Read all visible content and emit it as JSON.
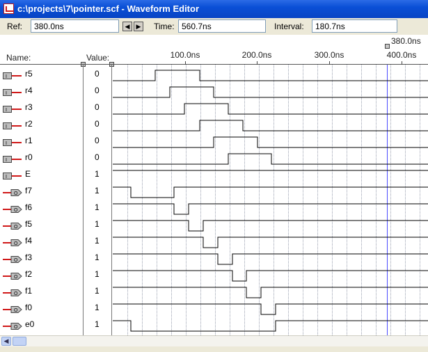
{
  "window": {
    "title": "c:\\projects\\7\\pointer.scf - Waveform Editor"
  },
  "toolbar": {
    "ref_label": "Ref:",
    "ref_value": "380.0ns",
    "time_label": "Time:",
    "time_value": "560.7ns",
    "interval_label": "Interval:",
    "interval_value": "180.7ns"
  },
  "columns": {
    "name_label": "Name:",
    "value_label": "Value:"
  },
  "timeline": {
    "ticks": [
      "100.0ns",
      "200.0ns",
      "300.0ns",
      "400.0ns"
    ],
    "cursor_label": "380.0ns"
  },
  "signals": [
    {
      "name": "r5",
      "value": "0",
      "type": "input"
    },
    {
      "name": "r4",
      "value": "0",
      "type": "input"
    },
    {
      "name": "r3",
      "value": "0",
      "type": "input"
    },
    {
      "name": "r2",
      "value": "0",
      "type": "input"
    },
    {
      "name": "r1",
      "value": "0",
      "type": "input"
    },
    {
      "name": "r0",
      "value": "0",
      "type": "input"
    },
    {
      "name": "E",
      "value": "1",
      "type": "input"
    },
    {
      "name": "f7",
      "value": "1",
      "type": "output"
    },
    {
      "name": "f6",
      "value": "1",
      "type": "output"
    },
    {
      "name": "f5",
      "value": "1",
      "type": "output"
    },
    {
      "name": "f4",
      "value": "1",
      "type": "output"
    },
    {
      "name": "f3",
      "value": "1",
      "type": "output"
    },
    {
      "name": "f2",
      "value": "1",
      "type": "output"
    },
    {
      "name": "f1",
      "value": "1",
      "type": "output"
    },
    {
      "name": "f0",
      "value": "1",
      "type": "output"
    },
    {
      "name": "e0",
      "value": "1",
      "type": "output"
    }
  ],
  "colors": {
    "title_bar": "#0a4fd6",
    "wave": "#000000",
    "cursor": "#4a4aff",
    "input_pin": "#d01818",
    "output_pin": "#d01818"
  },
  "icons": {
    "app": "waveform-app-icon",
    "input_pin": "input-pin-icon",
    "output_pin": "output-pin-icon",
    "scroll_left": "scroll-left-arrow-icon",
    "nav_prev": "arrow-left-icon",
    "nav_next": "arrow-right-icon"
  }
}
